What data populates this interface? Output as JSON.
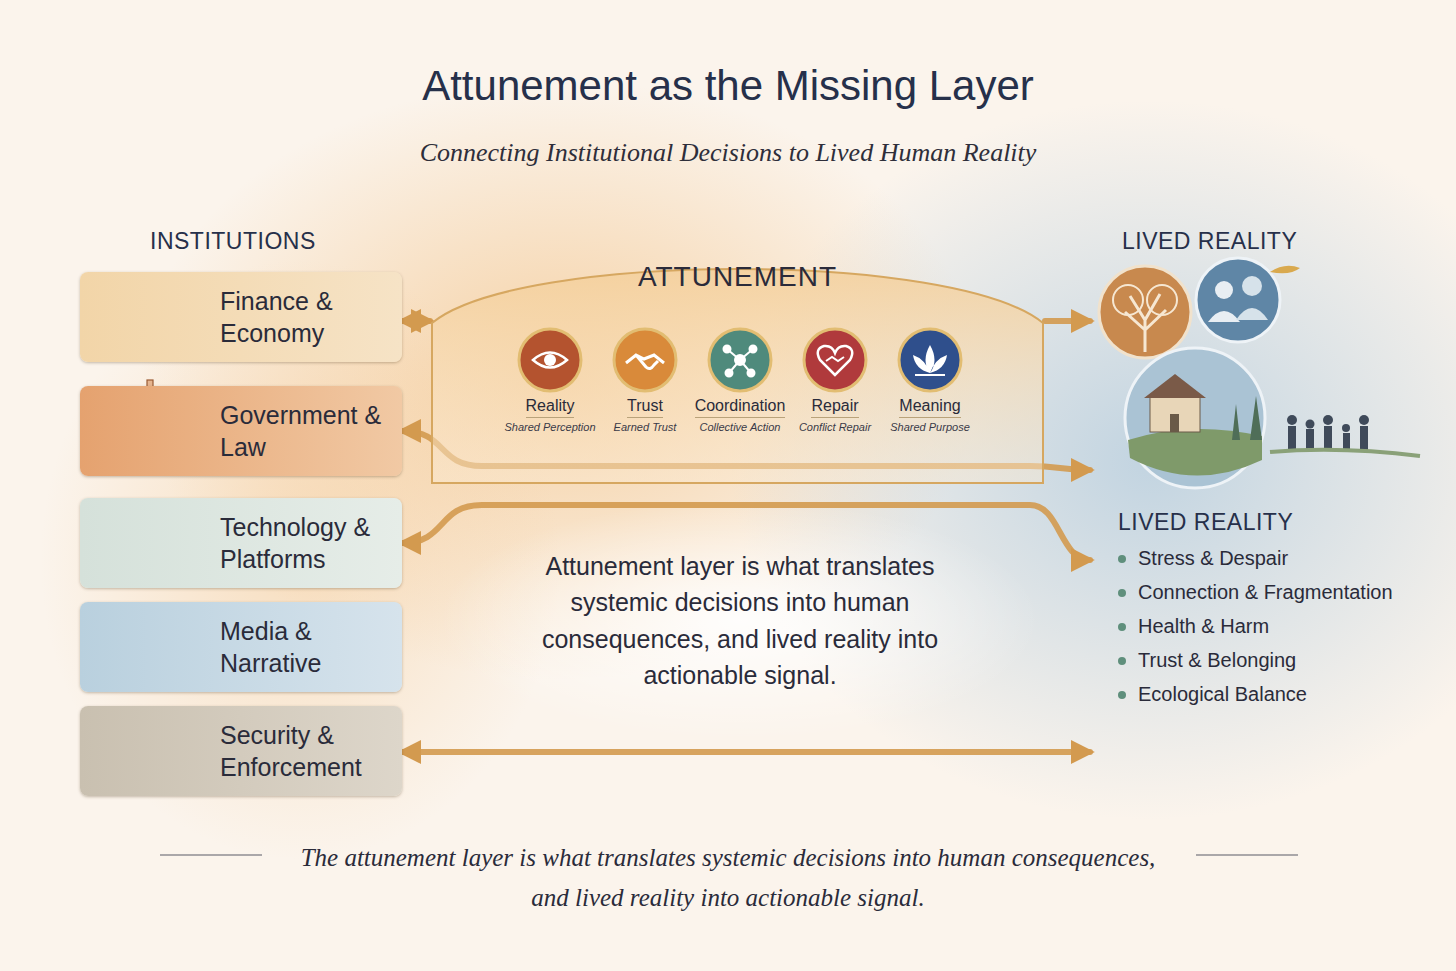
{
  "diagram": {
    "title": "Attunement as the Missing Layer",
    "caption": "The attunement layer is what translates systemic decisions into human consequences, and lived reality into actionable signal.",
    "nodes": [
      {
        "text": [
          "Finance & Economy"
        ]
      },
      {
        "text": [
          "Government & Law"
        ]
      },
      {
        "text": [
          "Technology & Platforms"
        ]
      },
      {
        "text": [
          "Media & Narrative"
        ]
      },
      {
        "text": [
          "Security & Enforcement"
        ]
      },
      {
        "text": [
          "ATTUNEMENT"
        ]
      },
      {
        "text": [
          "Reality",
          "Shared Perception"
        ],
        "in": 5
      },
      {
        "text": [
          "Trust",
          "Earned Trust"
        ],
        "in": 5
      },
      {
        "text": [
          "Coordination",
          "Collective Action"
        ],
        "in": 5
      },
      {
        "text": [
          "Repair",
          "Conflict Repair"
        ],
        "in": 5
      },
      {
        "text": [
          "Meaning",
          "Shared Purpose"
        ],
        "in": 5
      },
      {
        "text": [
          "LIVED REALITY"
        ]
      },
      {
        "text": [
          "LIVED REALITY",
          "Stress & Despair",
          "Connection & Fragmentation",
          "Health & Harm",
          "Trust & Belonging",
          "Ecological Balance"
        ]
      }
    ],
    "edges": [
      {
        "from": 0,
        "to": 5,
        "arrow": "both"
      },
      {
        "from": 5,
        "to": 11,
        "arrow": "to"
      },
      {
        "from": 1,
        "to": 11,
        "arrow": "both"
      },
      {
        "from": 2,
        "to": 12,
        "arrow": "both"
      },
      {
        "from": 4,
        "to": 12,
        "arrow": "both"
      }
    ],
    "labels": [
      "Connecting Institutional Decisions to Lived Human Reality",
      "INSTITUTIONS",
      "Attunement layer is what translates systemic decisions into human consequences, and lived reality into actionable signal."
    ]
  }
}
